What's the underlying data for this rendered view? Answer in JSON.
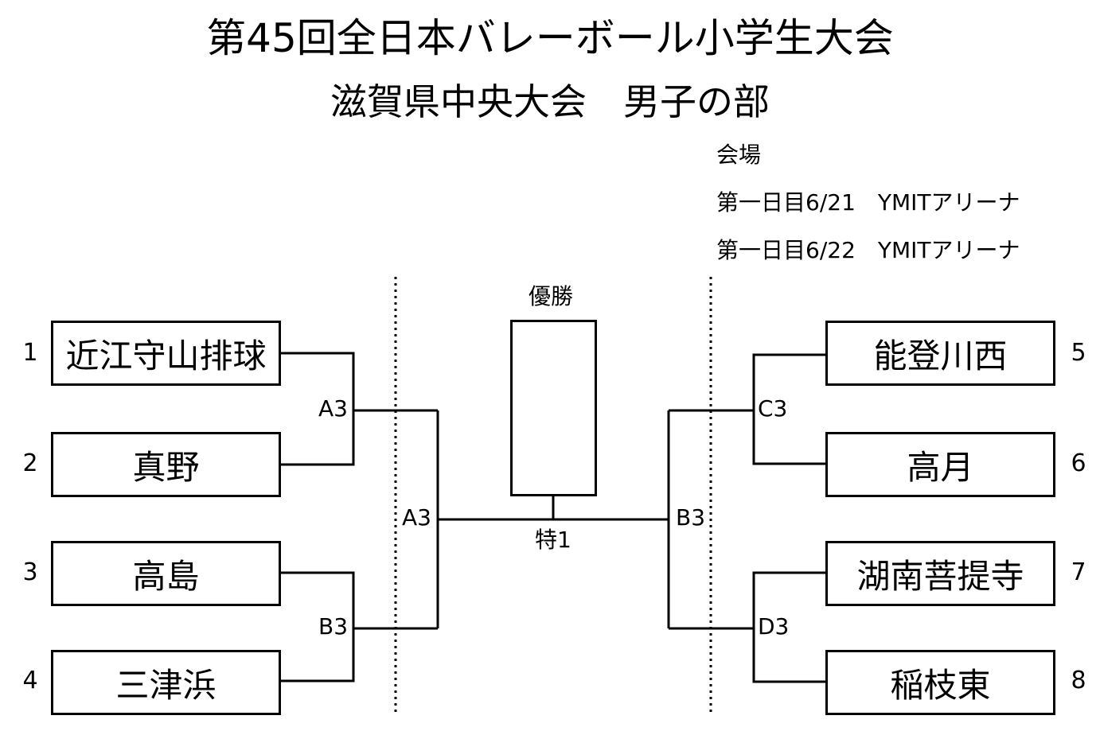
{
  "title": {
    "line1": "第45回全日本バレーボール小学生大会",
    "line2": "滋賀県中央大会　男子の部"
  },
  "venue": {
    "label": "会場",
    "day1": "第一日目6/21　YMITアリーナ",
    "day2": "第一日目6/22　YMITアリーナ"
  },
  "champion": {
    "label": "優勝"
  },
  "teams": [
    {
      "seed": "1",
      "name": "近江守山排球"
    },
    {
      "seed": "2",
      "name": "真野"
    },
    {
      "seed": "3",
      "name": "高島"
    },
    {
      "seed": "4",
      "name": "三津浜"
    },
    {
      "seed": "5",
      "name": "能登川西"
    },
    {
      "seed": "6",
      "name": "高月"
    },
    {
      "seed": "7",
      "name": "湖南菩提寺"
    },
    {
      "seed": "8",
      "name": "稲枝東"
    }
  ],
  "matches": {
    "left_top": "A3",
    "left_bottom": "B3",
    "left_semi": "A3",
    "right_top": "C3",
    "right_bottom": "D3",
    "right_semi": "B3",
    "final": "特1"
  }
}
